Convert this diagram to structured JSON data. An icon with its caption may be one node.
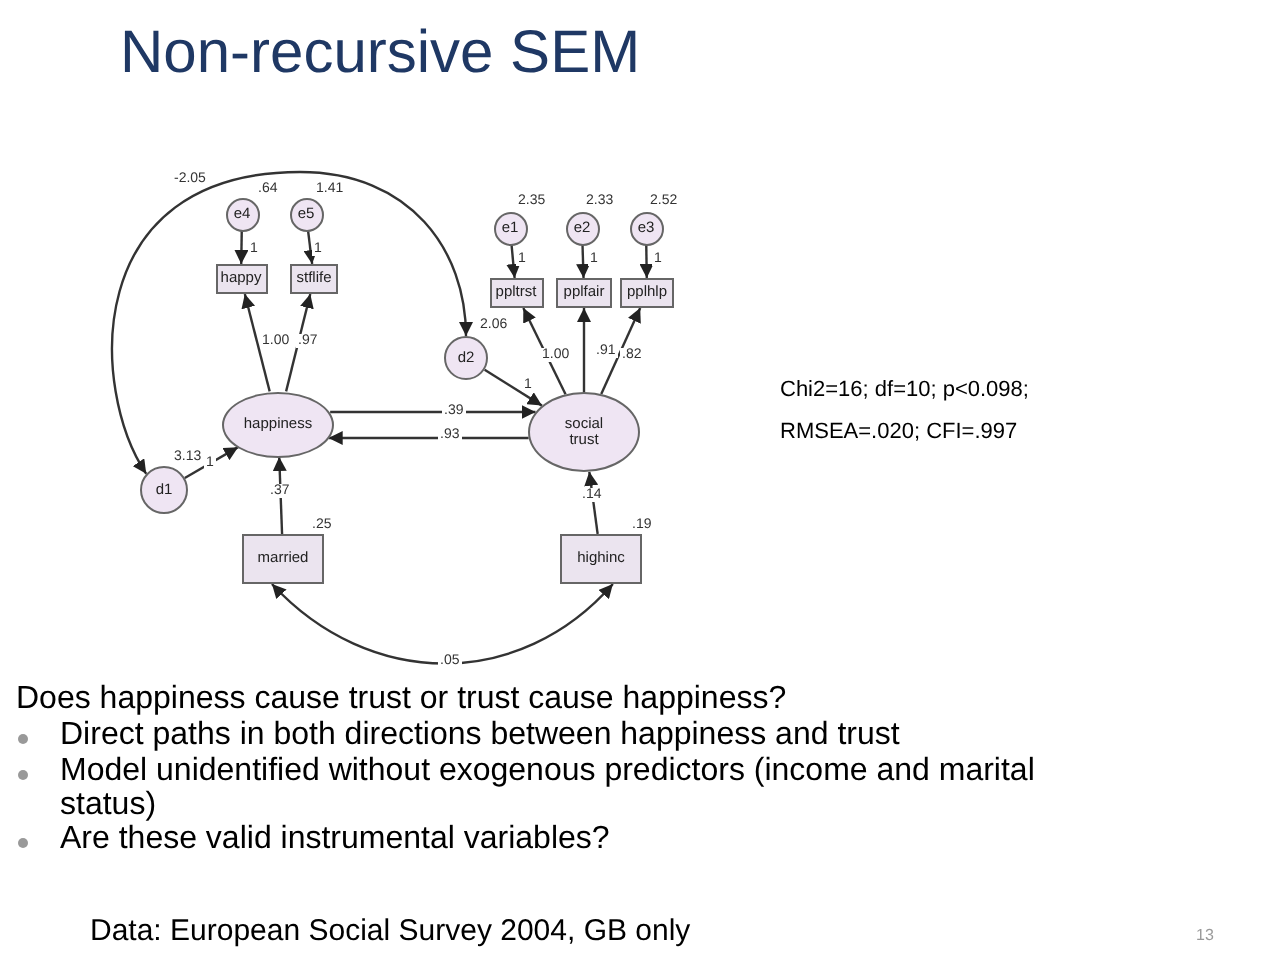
{
  "diagram": {
    "title": "Non-recursive SEM",
    "nodes": [
      {
        "text": [
          "e4"
        ],
        "beside": [
          ".64"
        ]
      },
      {
        "text": [
          "e5"
        ],
        "beside": [
          "1.41"
        ]
      },
      {
        "text": [
          "e1"
        ],
        "beside": [
          "2.35"
        ]
      },
      {
        "text": [
          "e2"
        ],
        "beside": [
          "2.33"
        ]
      },
      {
        "text": [
          "e3"
        ],
        "beside": [
          "2.52"
        ]
      },
      {
        "text": [
          "happy"
        ]
      },
      {
        "text": [
          "stflife"
        ]
      },
      {
        "text": [
          "ppltrst"
        ]
      },
      {
        "text": [
          "pplfair"
        ]
      },
      {
        "text": [
          "pplhlp"
        ]
      },
      {
        "text": [
          "d2"
        ],
        "beside": [
          "2.06"
        ]
      },
      {
        "text": [
          "happiness"
        ]
      },
      {
        "text": [
          "social trust"
        ]
      },
      {
        "text": [
          "d1"
        ],
        "beside": [
          "3.13"
        ]
      },
      {
        "text": [
          "married"
        ],
        "beside": [
          ".25"
        ]
      },
      {
        "text": [
          "highinc"
        ],
        "beside": [
          ".19"
        ]
      }
    ],
    "edges": [
      {
        "from": 0,
        "to": 5,
        "arrow": "to",
        "label": "1"
      },
      {
        "from": 1,
        "to": 6,
        "arrow": "to",
        "label": "1"
      },
      {
        "from": 2,
        "to": 7,
        "arrow": "to",
        "label": "1"
      },
      {
        "from": 3,
        "to": 8,
        "arrow": "to",
        "label": "1"
      },
      {
        "from": 4,
        "to": 9,
        "arrow": "to",
        "label": "1"
      },
      {
        "from": 11,
        "to": 5,
        "arrow": "to",
        "label": "1.00"
      },
      {
        "from": 11,
        "to": 6,
        "arrow": "to",
        "label": ".97"
      },
      {
        "from": 12,
        "to": 7,
        "arrow": "to",
        "label": "1.00"
      },
      {
        "from": 12,
        "to": 8,
        "arrow": "to",
        "label": ".91"
      },
      {
        "from": 12,
        "to": 9,
        "arrow": "to",
        "label": ".82"
      },
      {
        "from": 10,
        "to": 12,
        "arrow": "to",
        "label": "1"
      },
      {
        "from": 13,
        "to": 11,
        "arrow": "to",
        "label": "1"
      },
      {
        "from": 11,
        "to": 12,
        "arrow": "to",
        "label": ".39"
      },
      {
        "from": 12,
        "to": 11,
        "arrow": "to",
        "label": ".93"
      },
      {
        "from": 14,
        "to": 11,
        "arrow": "to",
        "label": ".37"
      },
      {
        "from": 15,
        "to": 12,
        "arrow": "to",
        "label": ".14"
      },
      {
        "from": 14,
        "to": 15,
        "arrow": "both",
        "label": ".05"
      },
      {
        "from": 13,
        "to": 10,
        "arrow": "both",
        "label": "-2.05"
      }
    ],
    "labels": [
      "Chi2=16; df=10; p<0.098;",
      "RMSEA=.020; CFI=.997",
      "Does happiness cause trust or trust cause happiness?",
      "Direct paths in both directions between happiness and trust",
      "Model unidentified without exogenous predictors (income and marital status)",
      "Are these valid instrumental variables?",
      "Data: European Social Survey 2004, GB only",
      "13"
    ]
  }
}
